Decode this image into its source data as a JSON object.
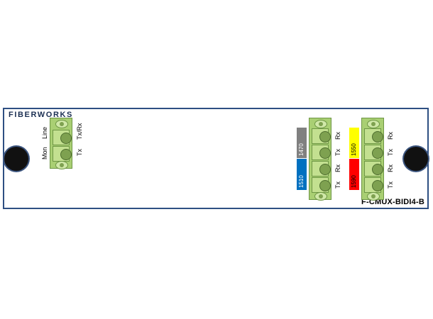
{
  "card": {
    "brand": "FIBERWORKS",
    "model": "F-CMUX-BIDI4-B"
  },
  "mon_line": {
    "label_mon": "Mon",
    "label_line": "Line",
    "label_tx": "Tx",
    "label_txrx": "Tx/Rx"
  },
  "channels": {
    "left": [
      {
        "wavelength": "1470",
        "color": "#808080"
      },
      {
        "wavelength": "1510",
        "color": "#0070c0"
      }
    ],
    "right": [
      {
        "wavelength": "1550",
        "color": "#ffff00"
      },
      {
        "wavelength": "1590",
        "color": "#ff0000"
      }
    ]
  },
  "port_labels": {
    "left": [
      "Rx",
      "Tx",
      "Rx",
      "Tx"
    ],
    "right": [
      "Rx",
      "Tx",
      "Rx",
      "Tx"
    ]
  }
}
